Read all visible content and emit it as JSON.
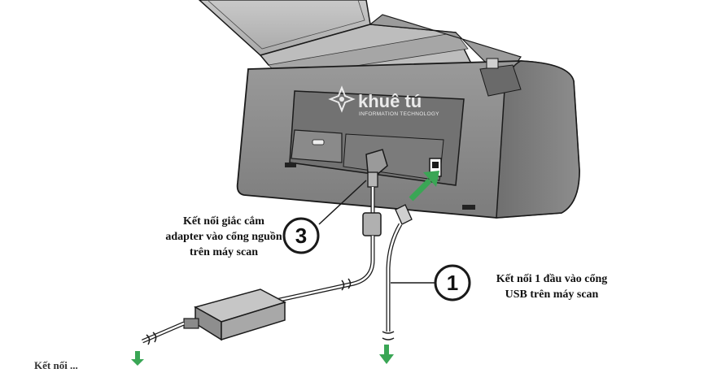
{
  "watermark": {
    "brand": "khuê tú",
    "subtitle": "INFORMATION TECHNOLOGY"
  },
  "steps": [
    {
      "number": "1",
      "lines": [
        "Kết nối 1 đầu vào cổng",
        "USB trên máy scan"
      ]
    },
    {
      "number": "3",
      "lines": [
        "Kết nối giắc cắm",
        "adapter vào cổng nguồn",
        "trên máy scan"
      ]
    }
  ],
  "cut_label": "Kết nối ...",
  "colors": {
    "arrow_green": "#3aa655",
    "scanner_body": "#8a8a8a",
    "scanner_dark": "#5e5e5e",
    "scanner_light": "#b8b8b8",
    "outline": "#1a1a1a"
  },
  "icons": [
    "usb-port-icon",
    "power-jack-icon",
    "down-arrow-icon"
  ]
}
